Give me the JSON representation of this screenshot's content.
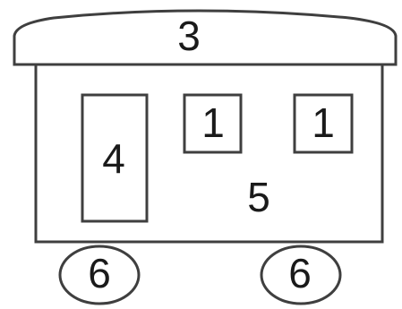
{
  "labels": {
    "roof": "3",
    "door": "4",
    "window_left": "1",
    "window_right": "1",
    "body": "5",
    "wheel_left": "6",
    "wheel_right": "6"
  }
}
